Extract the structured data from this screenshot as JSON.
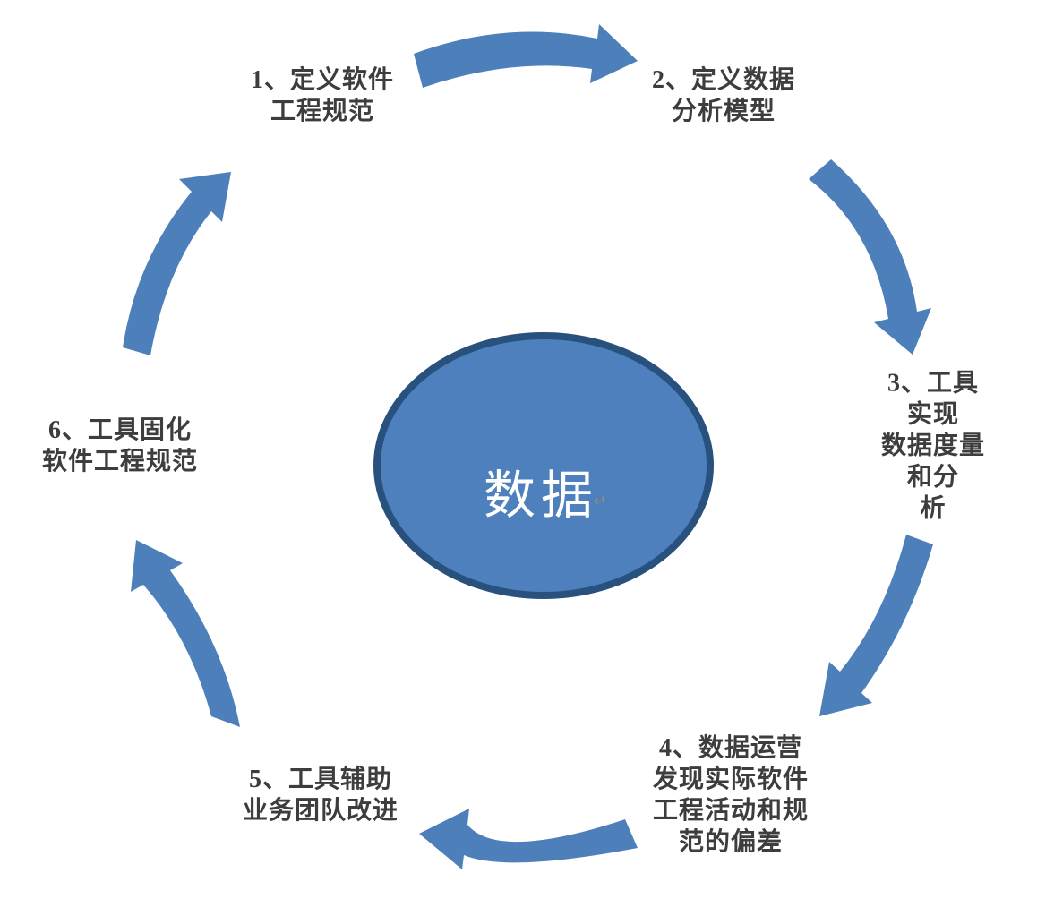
{
  "diagram": {
    "type": "cycle",
    "center": {
      "label": "数据",
      "paragraph_mark": "↵"
    },
    "steps": [
      {
        "number": 1,
        "label": "1、定义软件\n工程规范"
      },
      {
        "number": 2,
        "label": "2、定义数据\n分析模型"
      },
      {
        "number": 3,
        "label": "3、工具实现\n数据度量和分\n析"
      },
      {
        "number": 4,
        "label": "4、数据运营\n发现实际软件\n工程活动和规\n范的偏差"
      },
      {
        "number": 5,
        "label": "5、工具辅助\n业务团队改进"
      },
      {
        "number": 6,
        "label": "6、工具固化\n软件工程规范"
      }
    ],
    "flow": [
      "step1 -> step2",
      "step2 -> step3",
      "step3 -> step4",
      "step4 -> step5",
      "step5 -> step6",
      "step6 -> step1"
    ],
    "colors": {
      "arrow": "#4d80bb",
      "ellipse_fill": "#4d80bd",
      "ellipse_border": "#28517e",
      "step_text": "#3d3d3d",
      "center_text": "#ffffff"
    }
  }
}
